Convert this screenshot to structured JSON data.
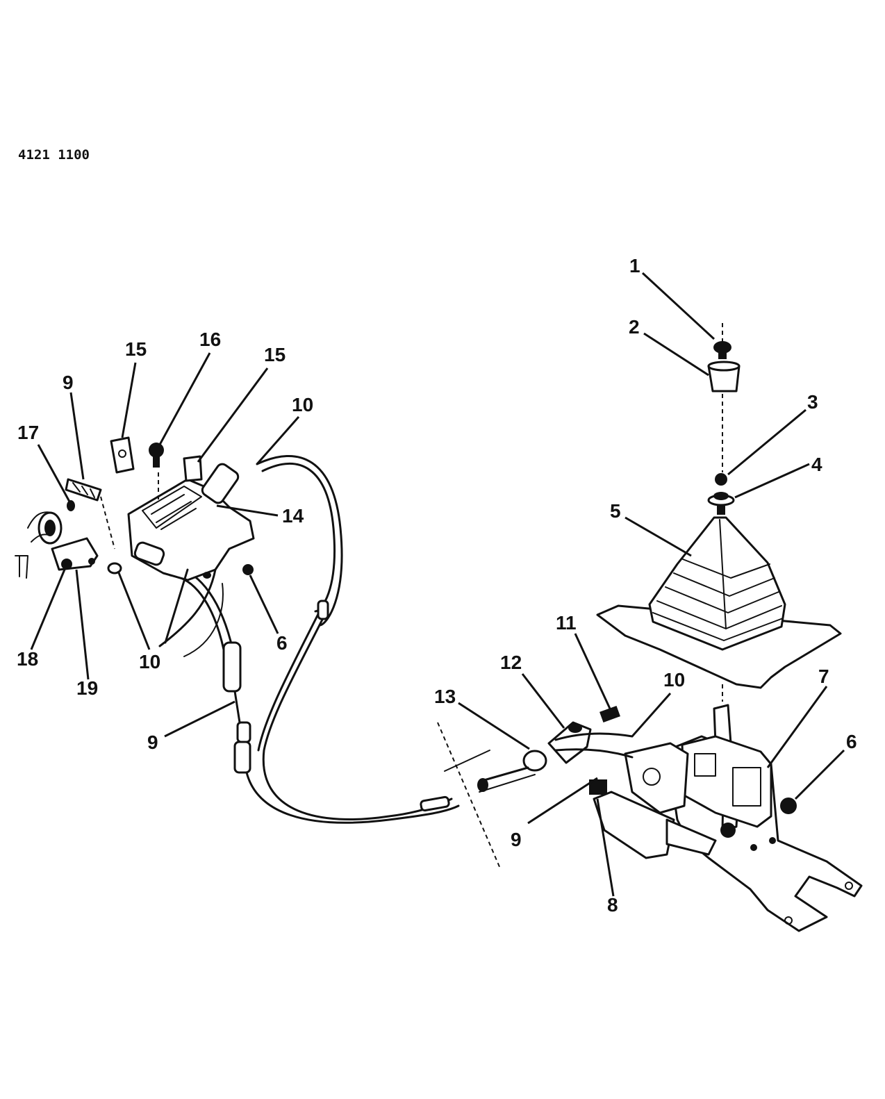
{
  "drawing_code": "4121 1100",
  "callouts": [
    {
      "id": "c1",
      "label": "1"
    },
    {
      "id": "c2",
      "label": "2"
    },
    {
      "id": "c3",
      "label": "3"
    },
    {
      "id": "c4",
      "label": "4"
    },
    {
      "id": "c5",
      "label": "5"
    },
    {
      "id": "c6a",
      "label": "6"
    },
    {
      "id": "c6b",
      "label": "6"
    },
    {
      "id": "c7",
      "label": "7"
    },
    {
      "id": "c8",
      "label": "8"
    },
    {
      "id": "c9a",
      "label": "9"
    },
    {
      "id": "c9b",
      "label": "9"
    },
    {
      "id": "c9c",
      "label": "9"
    },
    {
      "id": "c10a",
      "label": "10"
    },
    {
      "id": "c10b",
      "label": "10"
    },
    {
      "id": "c10c",
      "label": "10"
    },
    {
      "id": "c11",
      "label": "11"
    },
    {
      "id": "c12",
      "label": "12"
    },
    {
      "id": "c13",
      "label": "13"
    },
    {
      "id": "c14",
      "label": "14"
    },
    {
      "id": "c15a",
      "label": "15"
    },
    {
      "id": "c15b",
      "label": "15"
    },
    {
      "id": "c16",
      "label": "16"
    },
    {
      "id": "c17",
      "label": "17"
    },
    {
      "id": "c18",
      "label": "18"
    },
    {
      "id": "c19",
      "label": "19"
    }
  ]
}
